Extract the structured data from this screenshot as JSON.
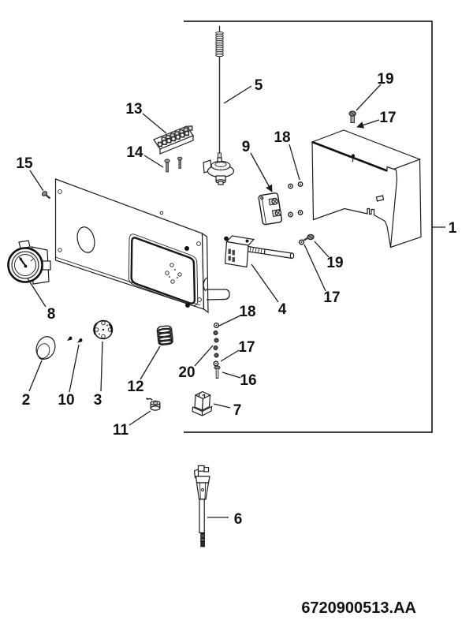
{
  "figure": {
    "part_number": "6720900513.AA",
    "callouts": {
      "c1": "1",
      "c2": "2",
      "c3": "3",
      "c4": "4",
      "c5": "5",
      "c6": "6",
      "c7": "7",
      "c8": "8",
      "c9": "9",
      "c10": "10",
      "c11": "11",
      "c12": "12",
      "c13": "13",
      "c14": "14",
      "c15": "15",
      "c16": "16",
      "c17": "17",
      "c18": "18",
      "c19": "19",
      "c20": "20"
    },
    "line_color": "#1c1c1c",
    "background_color": "#ffffff"
  }
}
